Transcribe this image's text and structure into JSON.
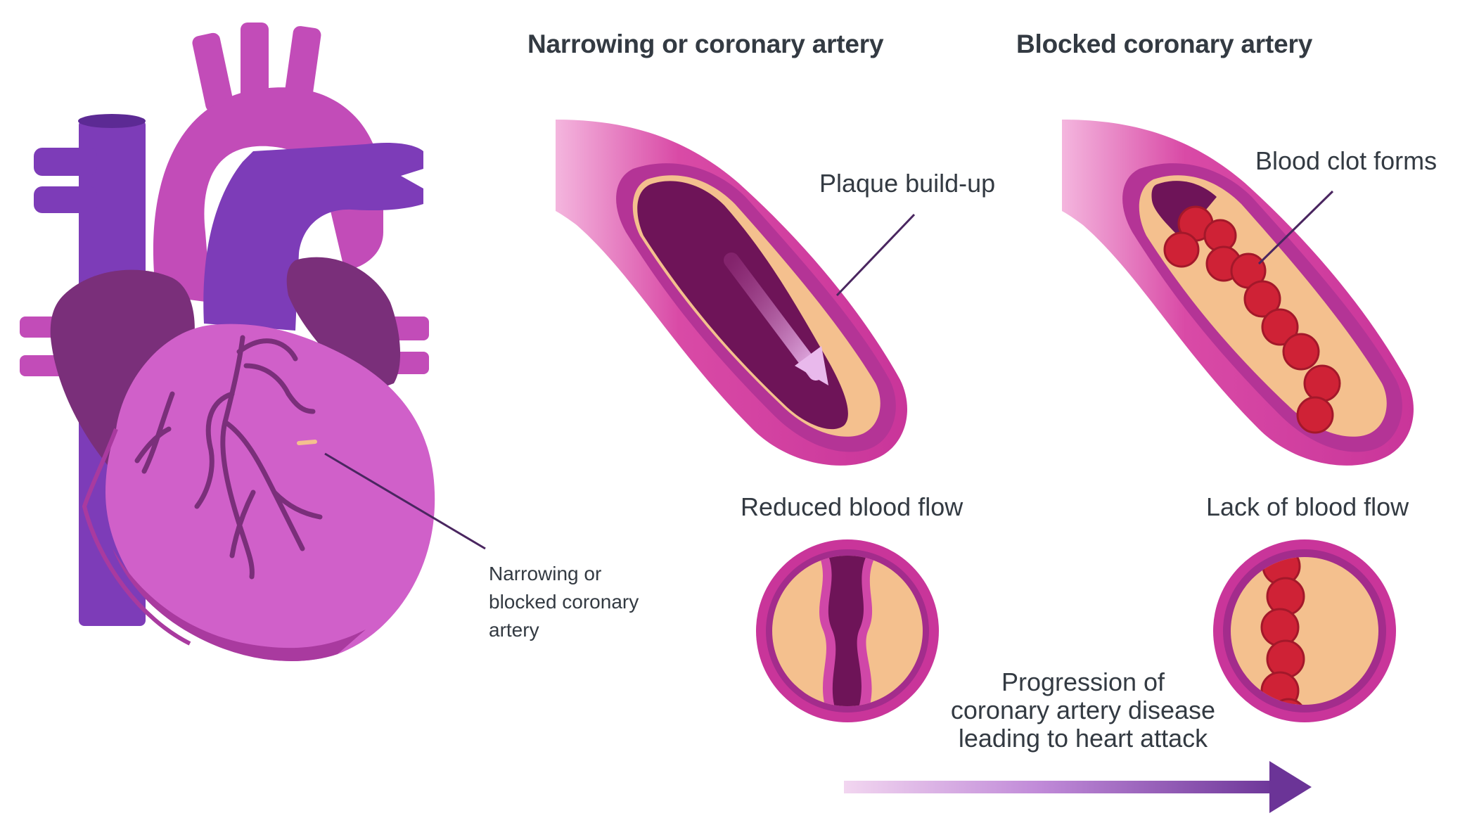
{
  "titles": {
    "narrowing": "Narrowing or coronary artery",
    "blocked": "Blocked coronary artery"
  },
  "labels": {
    "plaque": "Plaque build-up",
    "clot": "Blood clot forms",
    "reduced": "Reduced blood flow",
    "lack": "Lack of blood flow",
    "heart_callout": [
      "Narrowing or",
      "blocked coronary",
      "artery"
    ],
    "progression": [
      "Progression of",
      "coronary artery disease",
      "leading to heart attack"
    ]
  },
  "colors": {
    "heart_pink": "#cf5fc8",
    "heart_dark_pink": "#a8399d",
    "vein_purple": "#7a3bb5",
    "lung_dark": "#7a2f7a",
    "artery_magenta": "#d63fa0",
    "lumen_dark": "#6e1458",
    "plaque": "#f4c08e",
    "clot_red": "#cf2236",
    "text": "#333a42",
    "arrow": "#6b3497"
  }
}
